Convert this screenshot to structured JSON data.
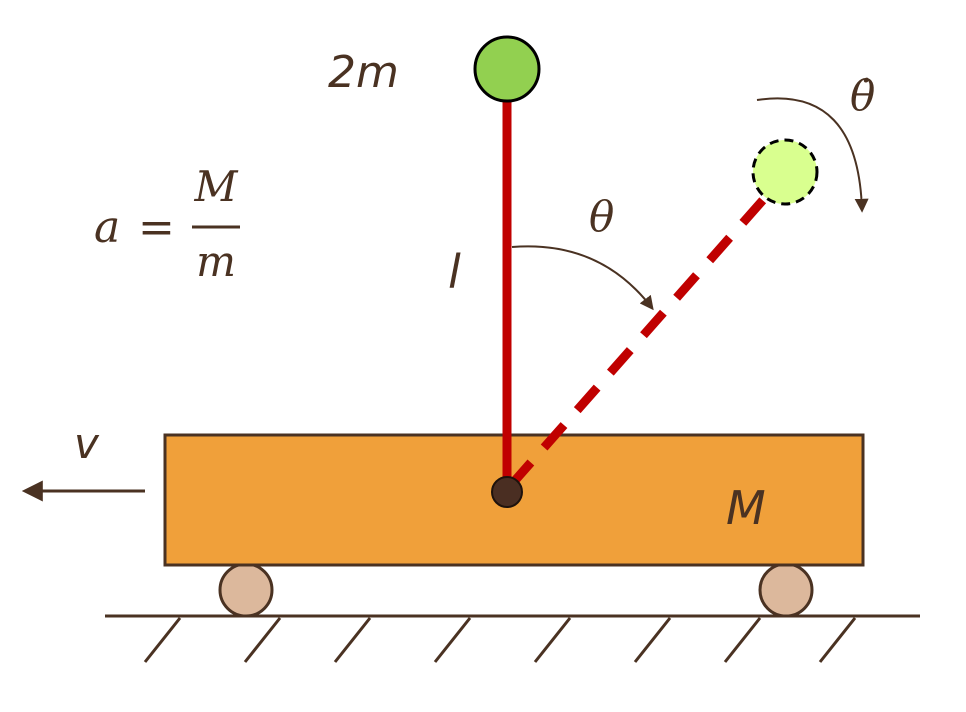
{
  "labels": {
    "top_mass": "2m",
    "length": "l",
    "angle": "θ",
    "angular_velocity": "θ̇",
    "velocity": "v",
    "cart_mass": "M",
    "ratio_lhs": "a",
    "ratio_equals": "=",
    "ratio_numerator": "M",
    "ratio_denominator": "m"
  },
  "colors": {
    "rod": "#c00000",
    "bob": "#92d050",
    "bob_ghost": "#d9ff8f",
    "cart": "#f0a03a",
    "wheel": "#dcb89c",
    "ink": "#4a3222",
    "pivot": "#4a2e22"
  }
}
